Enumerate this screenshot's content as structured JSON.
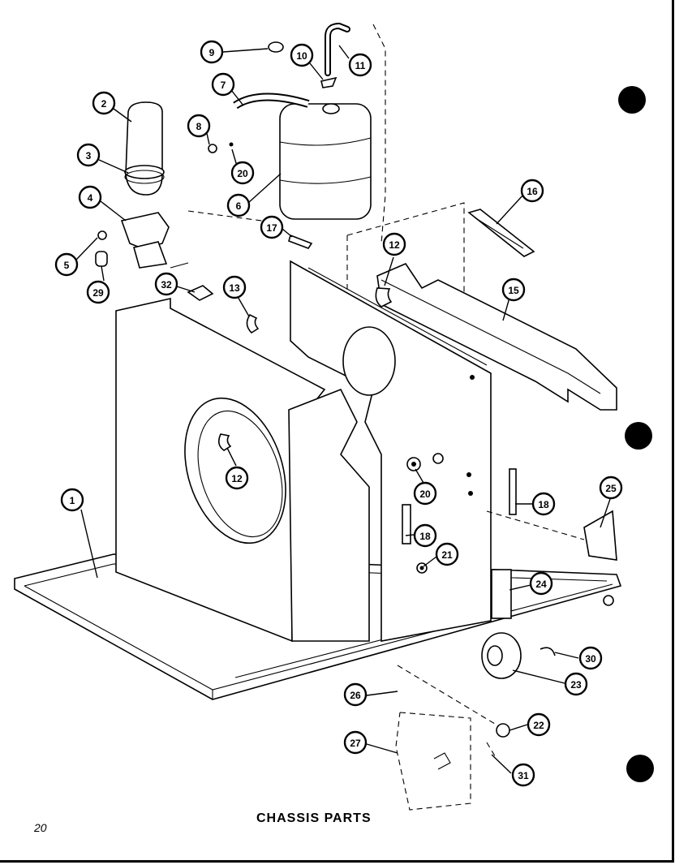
{
  "title": "CHASSIS PARTS",
  "page_number": "20",
  "callouts": [
    {
      "label": "1"
    },
    {
      "label": "2"
    },
    {
      "label": "3"
    },
    {
      "label": "4"
    },
    {
      "label": "5"
    },
    {
      "label": "6"
    },
    {
      "label": "7"
    },
    {
      "label": "8"
    },
    {
      "label": "9"
    },
    {
      "label": "10"
    },
    {
      "label": "11"
    },
    {
      "label": "12"
    },
    {
      "label": "12"
    },
    {
      "label": "13"
    },
    {
      "label": "15"
    },
    {
      "label": "16"
    },
    {
      "label": "17"
    },
    {
      "label": "18"
    },
    {
      "label": "18"
    },
    {
      "label": "20"
    },
    {
      "label": "20"
    },
    {
      "label": "21"
    },
    {
      "label": "22"
    },
    {
      "label": "23"
    },
    {
      "label": "24"
    },
    {
      "label": "25"
    },
    {
      "label": "26"
    },
    {
      "label": "27"
    },
    {
      "label": "29"
    },
    {
      "label": "30"
    },
    {
      "label": "31"
    },
    {
      "label": "32"
    }
  ]
}
